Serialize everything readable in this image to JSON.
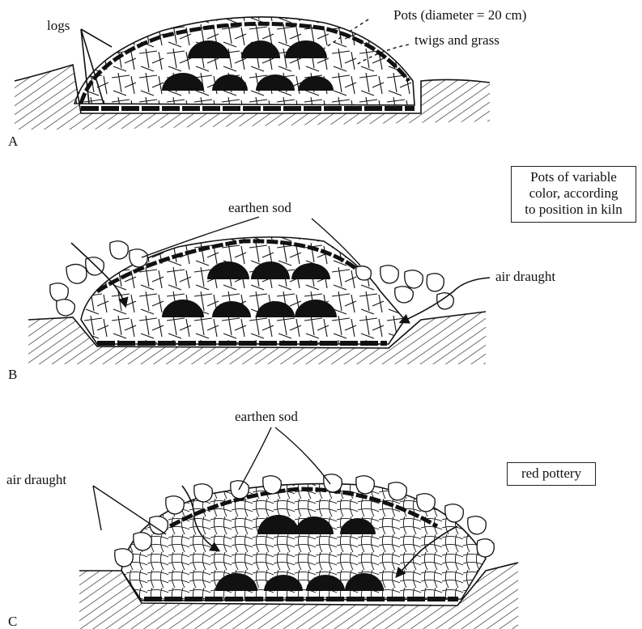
{
  "panels": [
    {
      "letter": "A",
      "labels": {
        "logs": "logs",
        "pots": "Pots (diameter = 20 cm)",
        "twigs": "twigs and grass"
      }
    },
    {
      "letter": "B",
      "labels": {
        "earthen_sod": "earthen sod",
        "air_draught": "air draught"
      },
      "box_lines": [
        "Pots of variable",
        "color, according",
        "to position in kiln"
      ]
    },
    {
      "letter": "C",
      "labels": {
        "earthen_sod": "earthen sod",
        "air_draught": "air draught"
      },
      "box_lines": [
        "red pottery"
      ]
    }
  ],
  "colors": {
    "ink": "#111111",
    "paper": "#ffffff"
  }
}
